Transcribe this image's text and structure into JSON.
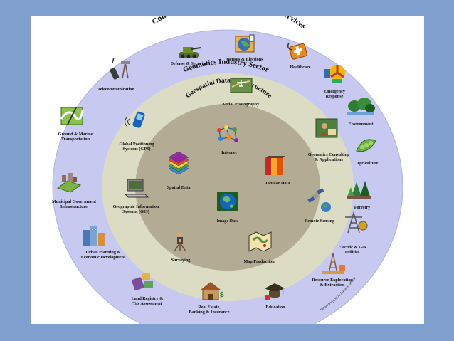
{
  "diagram": {
    "outer_ring_title": "Consumers of Geomatics Products & Services",
    "middle_ring_title": "Geomatics Industry Sector",
    "inner_ring_title": "Geospatial Data Infrastructure",
    "credit": "Image courtesy of EOSA Canada",
    "colors": {
      "outer_ring": "#c7c9f0",
      "middle_ring": "#dcdcc4",
      "inner_circle": "#b3ab94",
      "background": "#7f9fcf"
    },
    "outer_items": [
      {
        "id": "defense",
        "label": [
          "Defense & Security"
        ],
        "icon": "tank-icon"
      },
      {
        "id": "census",
        "label": [
          "Census & Elections"
        ],
        "icon": "ballot-globe-icon"
      },
      {
        "id": "healthcare",
        "label": [
          "Healthcare"
        ],
        "icon": "medical-kit-icon"
      },
      {
        "id": "emergency",
        "label": [
          "Emergency",
          "Response"
        ],
        "icon": "emergency-icon"
      },
      {
        "id": "environment",
        "label": [
          "Environment"
        ],
        "icon": "trees-icon"
      },
      {
        "id": "agriculture",
        "label": [
          "Agriculture"
        ],
        "icon": "peapod-icon"
      },
      {
        "id": "forestry",
        "label": [
          "Forestry"
        ],
        "icon": "pine-trees-icon"
      },
      {
        "id": "electric",
        "label": [
          "Electric & Gas",
          "Utilities"
        ],
        "icon": "power-tower-icon"
      },
      {
        "id": "resource",
        "label": [
          "Resource Exploration",
          "& Extraction"
        ],
        "icon": "oil-rig-icon"
      },
      {
        "id": "education",
        "label": [
          "Education"
        ],
        "icon": "graduation-cap-icon"
      },
      {
        "id": "realestate",
        "label": [
          "Real Estate,",
          "Banking & Insurance"
        ],
        "icon": "house-icon"
      },
      {
        "id": "landregistry",
        "label": [
          "Land Registry &",
          "Tax Assessment"
        ],
        "icon": "land-registry-icon"
      },
      {
        "id": "urban",
        "label": [
          "Urban Planning &",
          "Economic Development"
        ],
        "icon": "buildings-icon"
      },
      {
        "id": "municipal",
        "label": [
          "Municipal Government",
          "Infrastructure"
        ],
        "icon": "municipal-icon"
      },
      {
        "id": "ground",
        "label": [
          "Ground & Marine",
          "Transportation"
        ],
        "icon": "road-map-icon"
      },
      {
        "id": "telecom",
        "label": [
          "Telecommunication"
        ],
        "icon": "cell-phone-icon"
      }
    ],
    "middle_items": [
      {
        "id": "aerial",
        "label": [
          "Aerial Photography"
        ],
        "icon": "aerial-photo-icon"
      },
      {
        "id": "consulting",
        "label": [
          "Geomatics Consulting",
          "& Applications"
        ],
        "icon": "consultant-icon"
      },
      {
        "id": "remote",
        "label": [
          "Remote Sensing"
        ],
        "icon": "satellite-icon"
      },
      {
        "id": "mapprod",
        "label": [
          "Map Production"
        ],
        "icon": "map-icon"
      },
      {
        "id": "surveying",
        "label": [
          "Surveying"
        ],
        "icon": "surveyor-icon"
      },
      {
        "id": "gis",
        "label": [
          "Geographic Information",
          "Systems (GIS)"
        ],
        "icon": "computer-icon"
      },
      {
        "id": "gps",
        "label": [
          "Global Positioning",
          "Systems (GPS)"
        ],
        "icon": "gps-icon"
      }
    ],
    "inner_items": [
      {
        "id": "internet",
        "label": [
          "Internet"
        ],
        "icon": "network-icon"
      },
      {
        "id": "tabular",
        "label": [
          "Tabular Data"
        ],
        "icon": "tabular-data-icon"
      },
      {
        "id": "image",
        "label": [
          "Image Data"
        ],
        "icon": "globe-icon"
      },
      {
        "id": "spatial",
        "label": [
          "Spatial Data"
        ],
        "icon": "layers-icon"
      }
    ]
  }
}
